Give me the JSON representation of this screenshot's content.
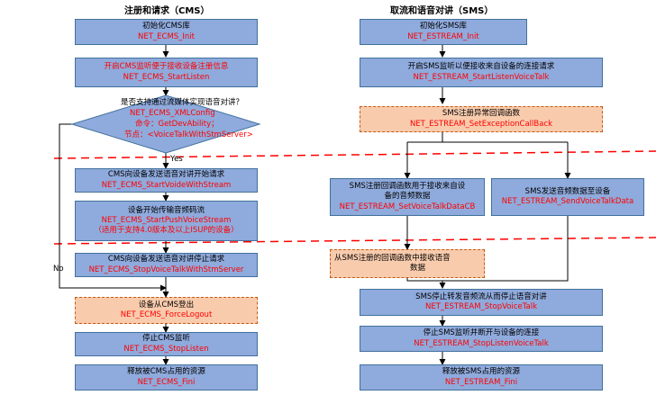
{
  "headers": {
    "left": "注册和请求（CMS）",
    "right": "取流和语音对讲（SMS）"
  },
  "left": {
    "init": {
      "cn": "初始化CMS库",
      "fn": "NET_ECMS_Init"
    },
    "listen": {
      "cn": "开启CMS监听便于接收设备注册信息",
      "fn": "NET_ECMS_StartListen"
    },
    "decision": {
      "question": "是否支持通过流媒体实现语音对讲？",
      "fn": "NET_ECMS_XMLConfig",
      "cmd": "命令：GetDevAbility；",
      "node": "节点：<VoiceTalkWithStmServer>",
      "yes": "Yes",
      "no": "No"
    },
    "start_voice": {
      "cn": "CMS向设备发送语音对讲开始请求",
      "fn": "NET_ECMS_StartVoideWithStream"
    },
    "push_stream": {
      "cn": "设备开始传输音频码流",
      "fn": "NET_ECMS_StartPushVoiceStream",
      "note": "（适用于支持4.0版本及以上ISUP的设备）"
    },
    "stop_voice": {
      "cn": "CMS向设备发送语音对讲停止请求",
      "fn": "NET_ECMS_StopVoiceTalkWithStmServer"
    },
    "logout": {
      "cn": "设备从CMS登出",
      "fn": "NET_ECMS_ForceLogout"
    },
    "stop_listen": {
      "cn": "停止CMS监听",
      "fn": "NET_ECMS_StopListen"
    },
    "fini": {
      "cn": "释放被CMS占用的资源",
      "fn": "NET_ECMS_Fini"
    }
  },
  "right": {
    "init": {
      "cn": "初始化SMS库",
      "fn": "NET_ESTREAM_Init"
    },
    "listen": {
      "cn": "开启SMS监听以便接收来自设备的连接请求",
      "fn": "NET_ESTREAM_StartListenVoiceTalk"
    },
    "exception": {
      "cn": "SMS注册异常回调函数",
      "fn": "NET_ESTREAM_SetExceptionCallBack"
    },
    "data_cb": {
      "cn1": "SMS注册回调函数用于接收来自设",
      "cn2": "备的音频数据",
      "fn": "NET_ESTREAM_SetVoiceTalkDataCB"
    },
    "send": {
      "cn": "SMS发送音频数据至设备",
      "fn": "NET_ESTREAM_SendVoiceTalkData"
    },
    "receive": {
      "cn1": "从SMS注册的回调函数中接收语音",
      "cn2": "数据"
    },
    "stop_talk": {
      "cn": "SMS停止转发音频流从而停止语音对讲",
      "fn": "NET_ESTREAM_StopVoiceTalk"
    },
    "stop_listen": {
      "cn": "停止SMS监听并断开与设备的连接",
      "fn": "NET_ESTREAM_StopListenVoiceTalk"
    },
    "fini": {
      "cn": "释放被SMS占用的资源",
      "fn": "NET_ESTREAM_Fini"
    }
  },
  "colors": {
    "box_fill": "#8faadc",
    "box_border": "#41719c",
    "highlight_fill": "#f8cbad",
    "highlight_border": "#c55a11",
    "function_text": "#ff0000",
    "separator": "#ff0000"
  }
}
